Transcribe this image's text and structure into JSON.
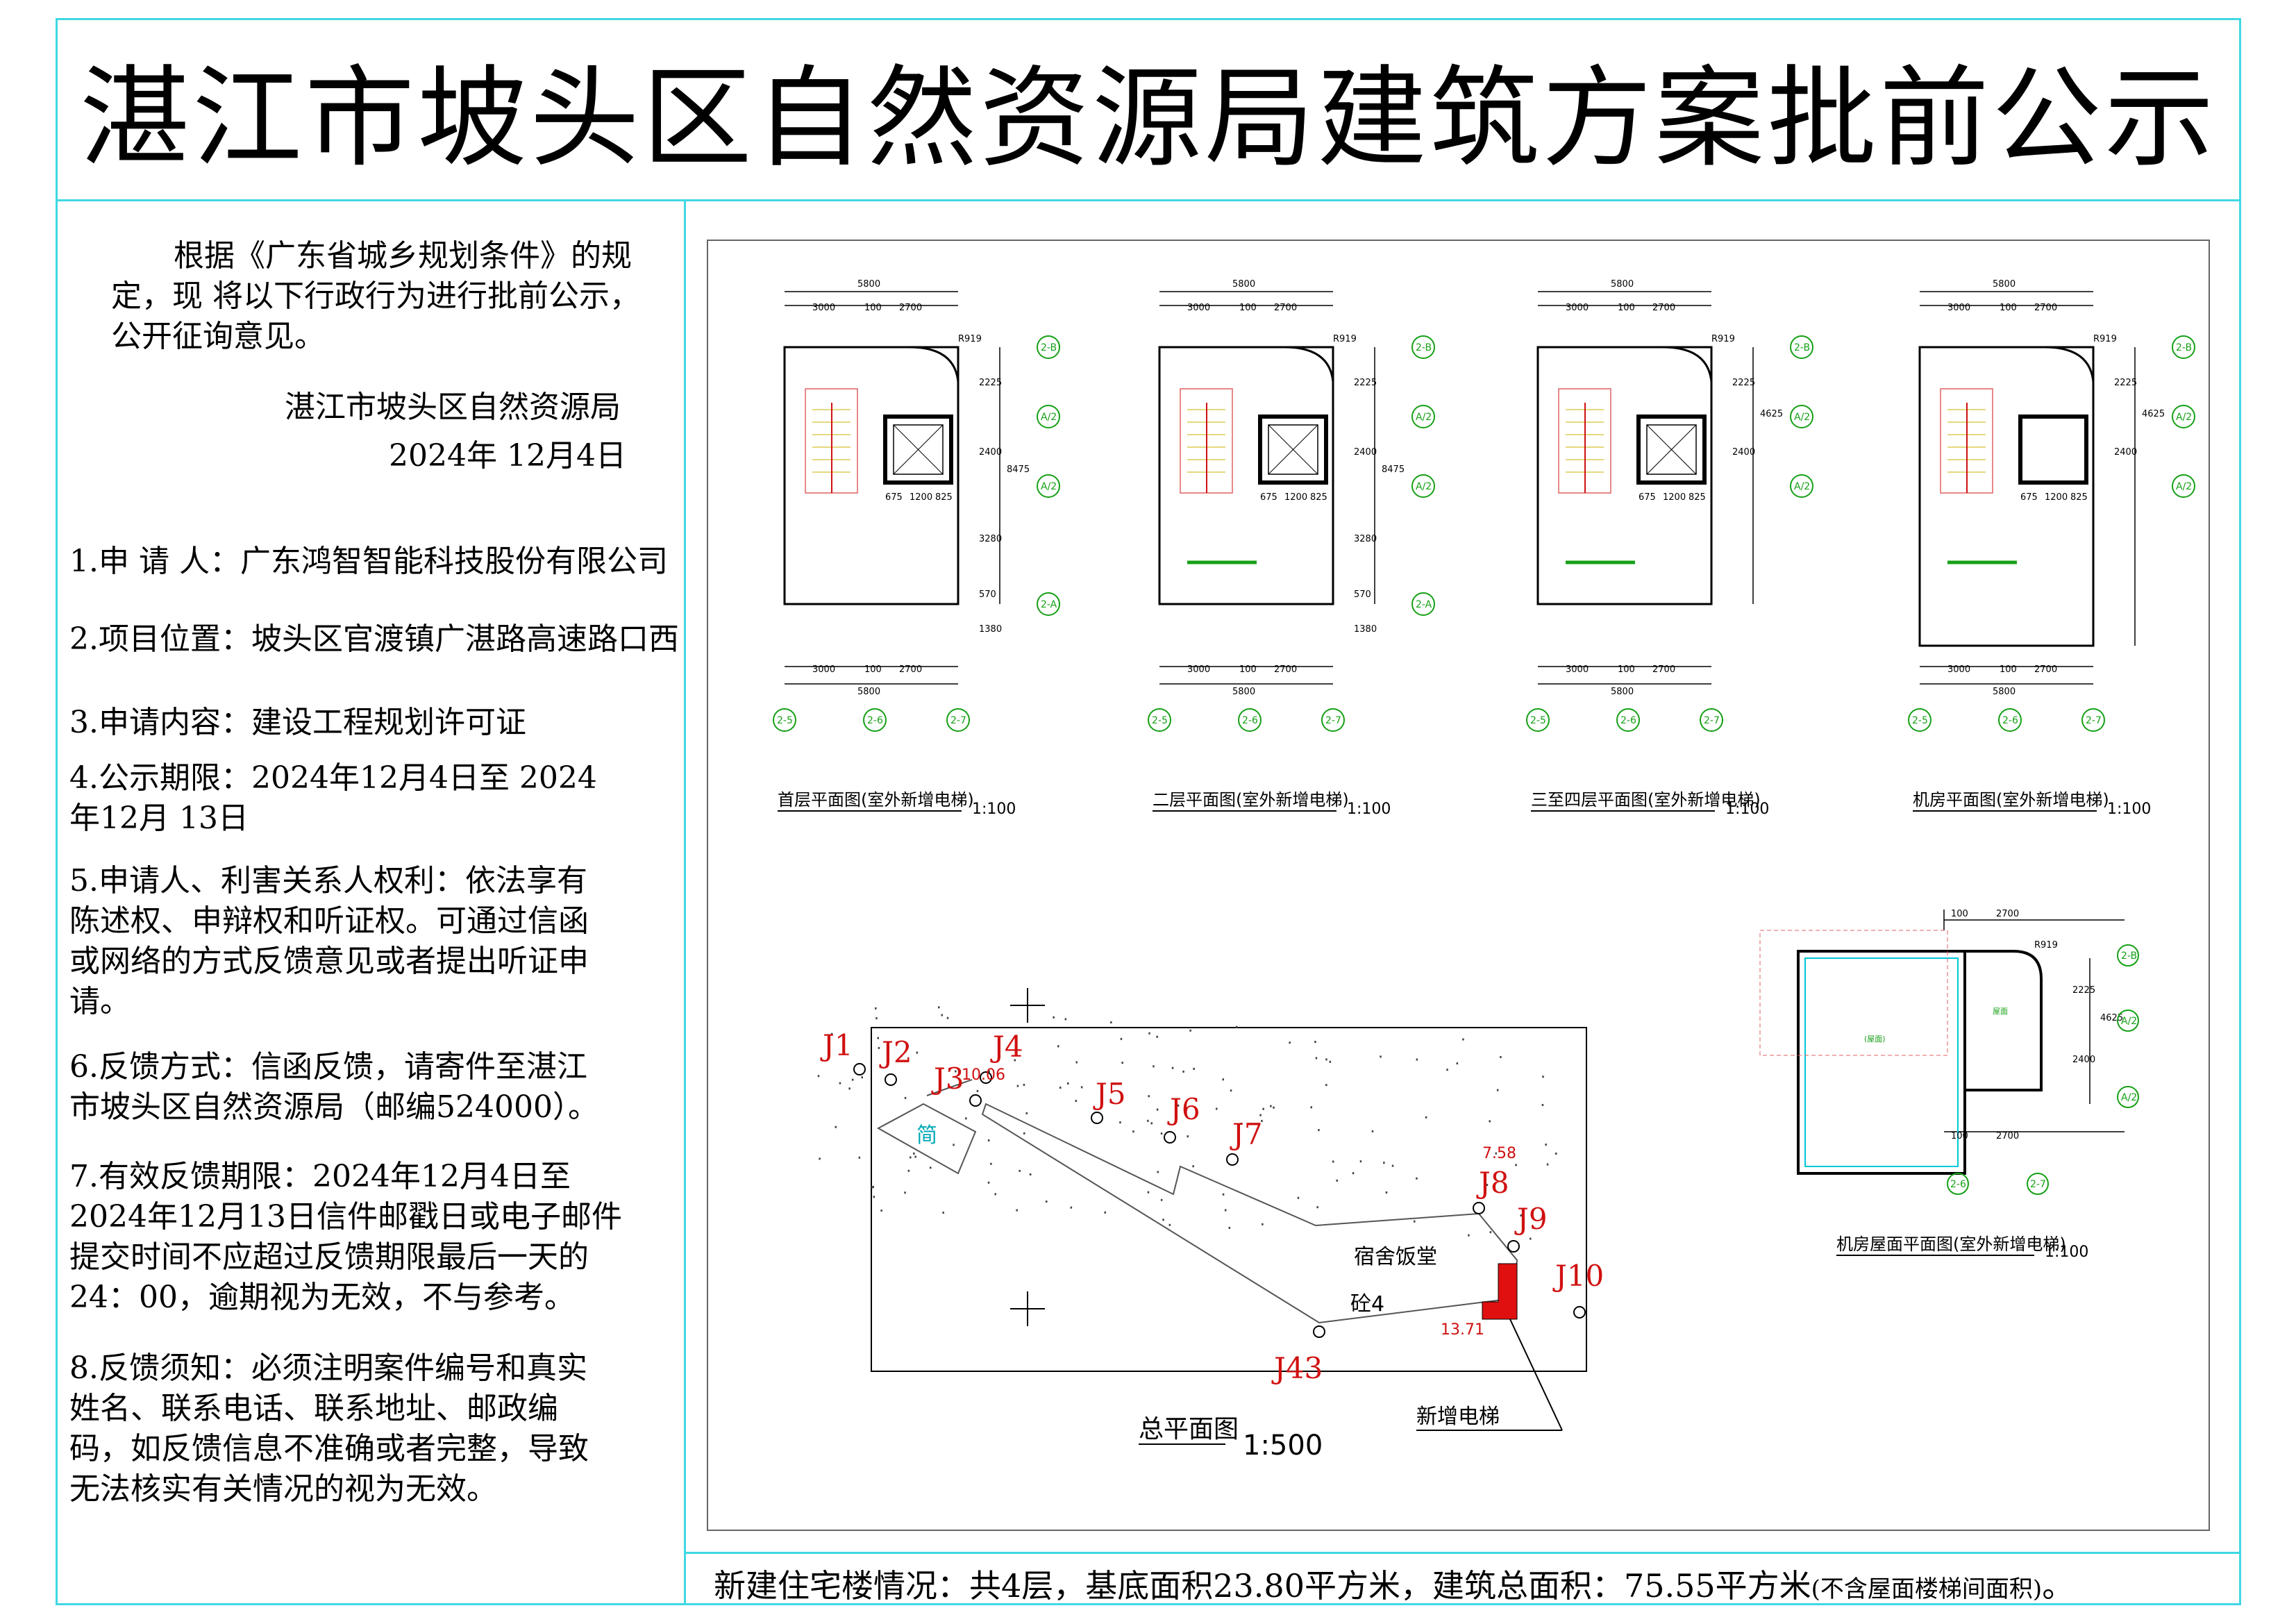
{
  "title": "湛江市坡头区自然资源局建筑方案批前公示",
  "notice": {
    "para_lines": [
      "根据《广东省城乡规划条件》的规",
      "定，现 将以下行政行为进行批前公示，",
      "公开征询意见。"
    ],
    "issuer": "湛江市坡头区自然资源局",
    "date": "2024年 12月4日"
  },
  "items": [
    {
      "lines": [
        "1.申 请 人：广东鸿智智能科技股份有限公司"
      ]
    },
    {
      "lines": [
        "2.项目位置：坡头区官渡镇广湛路高速路口西"
      ]
    },
    {
      "lines": [
        "3.申请内容：建设工程规划许可证"
      ]
    },
    {
      "lines": [
        "4.公示期限：2024年12月4日至 2024",
        "年12月 13日"
      ]
    },
    {
      "lines": [
        "5.申请人、利害关系人权利：依法享有",
        "陈述权、申辩权和听证权。可通过信函",
        "或网络的方式反馈意见或者提出听证申",
        "请。"
      ]
    },
    {
      "lines": [
        "6.反馈方式：信函反馈，请寄件至湛江",
        "市坡头区自然资源局（邮编524000）。"
      ]
    },
    {
      "lines": [
        "7.有效反馈期限：2024年12月4日至",
        "2024年12月13日信件邮戳日或电子邮件",
        "提交时间不应超过反馈期限最后一天的",
        "24：00，逾期视为无效，不与参考。"
      ]
    },
    {
      "lines": [
        "8.反馈须知：必须注明案件编号和真实",
        "姓名、联系电话、联系地址、邮政编",
        "码，如反馈信息不准确或者完整，导致",
        "无法核实有关情况的视为无效。"
      ]
    }
  ],
  "summary": {
    "text": "新建住宅楼情况：共4层，基底面积23.80平方米，建筑总面积：75.55平方米",
    "note": "(不含屋面楼梯间面积)",
    "end": "。"
  },
  "plans": [
    {
      "caption": "首层平面图(室外新增电梯)",
      "scale": "1:100"
    },
    {
      "caption": "二层平面图(室外新增电梯)",
      "scale": "1:100"
    },
    {
      "caption": "三至四层平面图(室外新增电梯)",
      "scale": "1:100"
    },
    {
      "caption": "机房平面图(室外新增电梯)",
      "scale": "1:100"
    }
  ],
  "roof_plan": {
    "caption": "机房屋面平面图(室外新增电梯)",
    "scale": "1:100"
  },
  "dims": {
    "total": "5800",
    "a": "3000",
    "b": "100",
    "c": "2700",
    "radius": "R919",
    "v1": "2225",
    "v2": "2400",
    "v3": "8475",
    "v4": "3280",
    "v5": "570",
    "v6": "1380",
    "v7": "4625",
    "w1": "675",
    "w2": "1200",
    "w3": "825"
  },
  "axes": [
    "2-5",
    "2-6",
    "2-7",
    "2-B",
    "A/2",
    "2-A"
  ],
  "site_plan": {
    "caption": "总平面图",
    "scale": "1:500",
    "points": [
      "J1",
      "J2",
      "J3",
      "J4",
      "J5",
      "J6",
      "J7",
      "J8",
      "J9",
      "J10",
      "J43"
    ],
    "building_label": "宿舍饭堂",
    "floors": "砼4",
    "small_label": "简",
    "new_elevator": "新增电梯",
    "elev_a": "7.58",
    "elev_b": "13.71",
    "elev_c": "10.06"
  },
  "colors": {
    "frame": "#3fd8e4",
    "red": "#d01010",
    "green": "#16a016",
    "cyan": "#00c8d8"
  }
}
